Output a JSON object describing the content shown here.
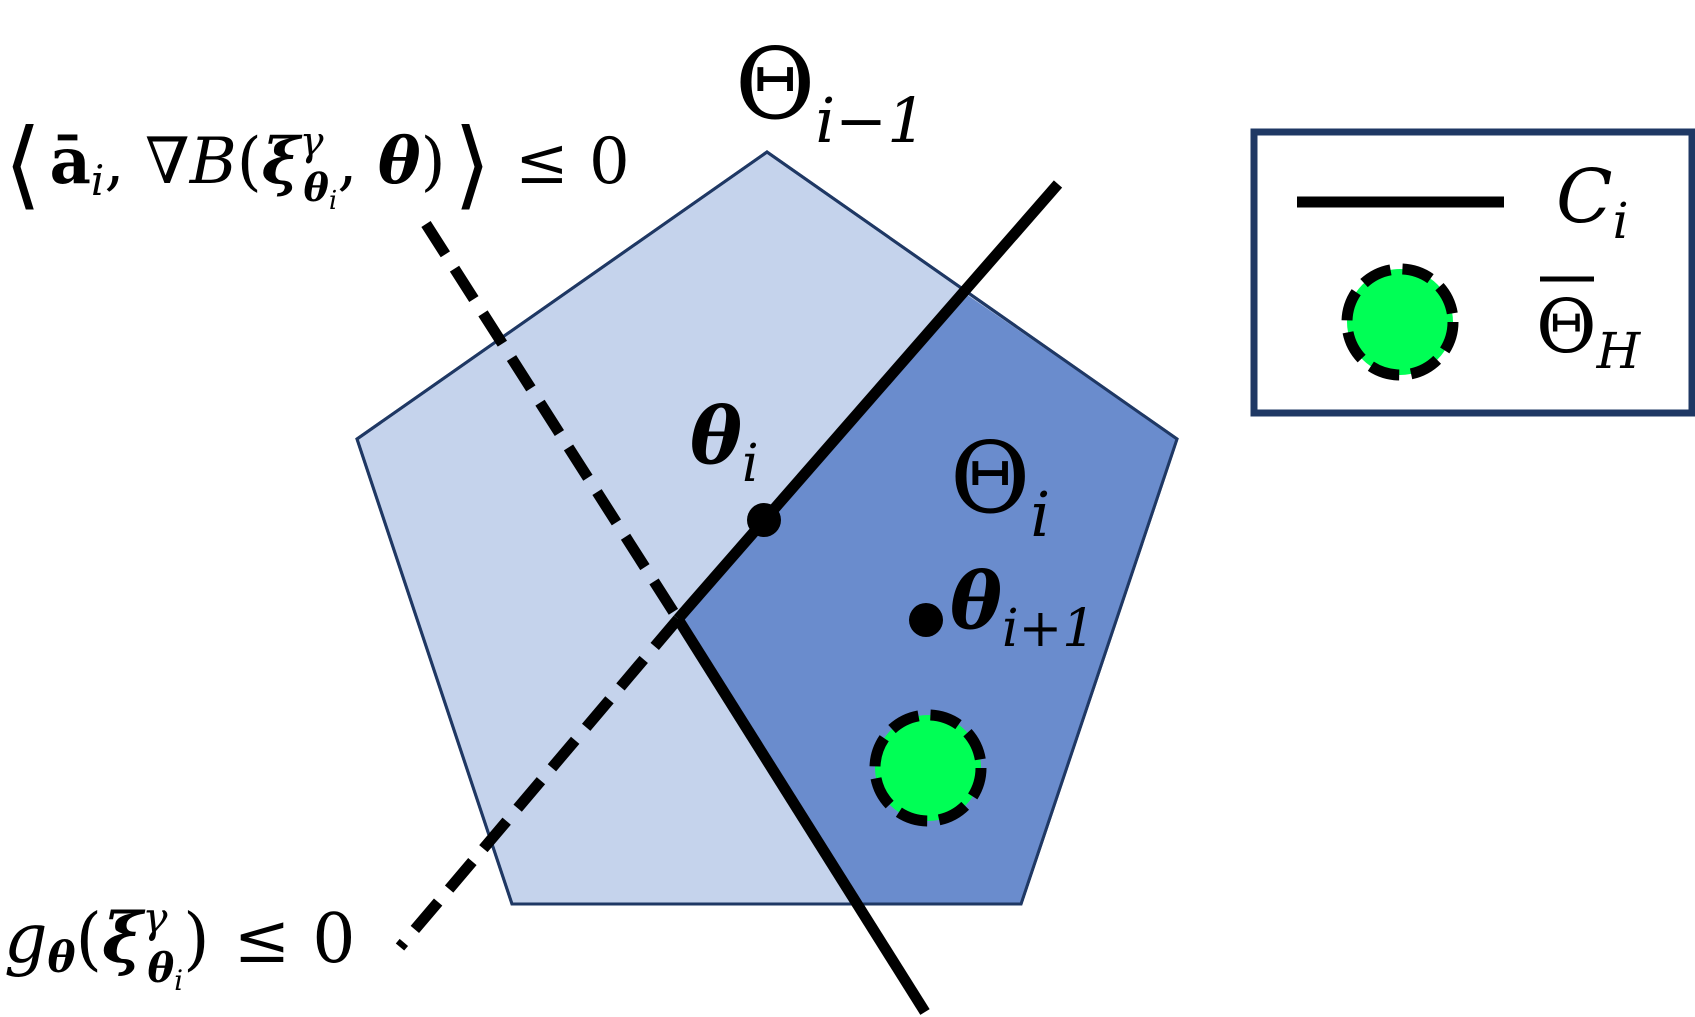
{
  "colors": {
    "background": "#ffffff",
    "outer_region": "#c5d3ec",
    "inner_region": "#6a8ccd",
    "region_border": "#1f3864",
    "line": "#000000",
    "target_fill": "#00ff55",
    "legend_border": "#1f3864"
  },
  "labels": {
    "outer_region_base": "Θ",
    "outer_region_sub": "i−1",
    "inner_region_base": "Θ",
    "inner_region_sub": "i",
    "point_current_base": "θ",
    "point_current_sub": "i",
    "point_next_base": "θ",
    "point_next_sub": "i+1",
    "constraint_top": {
      "open": "⟨",
      "a": "ā",
      "a_sub": "i",
      "mid": ", ∇",
      "B": "B",
      "paren_open": "(",
      "xi": "ξ",
      "xi_sup": "γ",
      "xi_sub": "θ",
      "xi_sub_sub": "i",
      "comma": ", ",
      "theta": "θ",
      "paren_close": ")",
      "close": "⟩",
      "leq": "≤ 0"
    },
    "constraint_bottom": {
      "g": "g",
      "g_sub": "θ",
      "paren_open": "(",
      "xi": "ξ",
      "xi_sup": "γ",
      "xi_sub": "θ",
      "xi_sub_sub": "i",
      "paren_close": ")",
      "leq": "≤ 0"
    }
  },
  "legend": {
    "line_label_base": "C",
    "line_label_sub": "i",
    "marker_label_base": "Θ",
    "marker_label_sub": "H"
  }
}
